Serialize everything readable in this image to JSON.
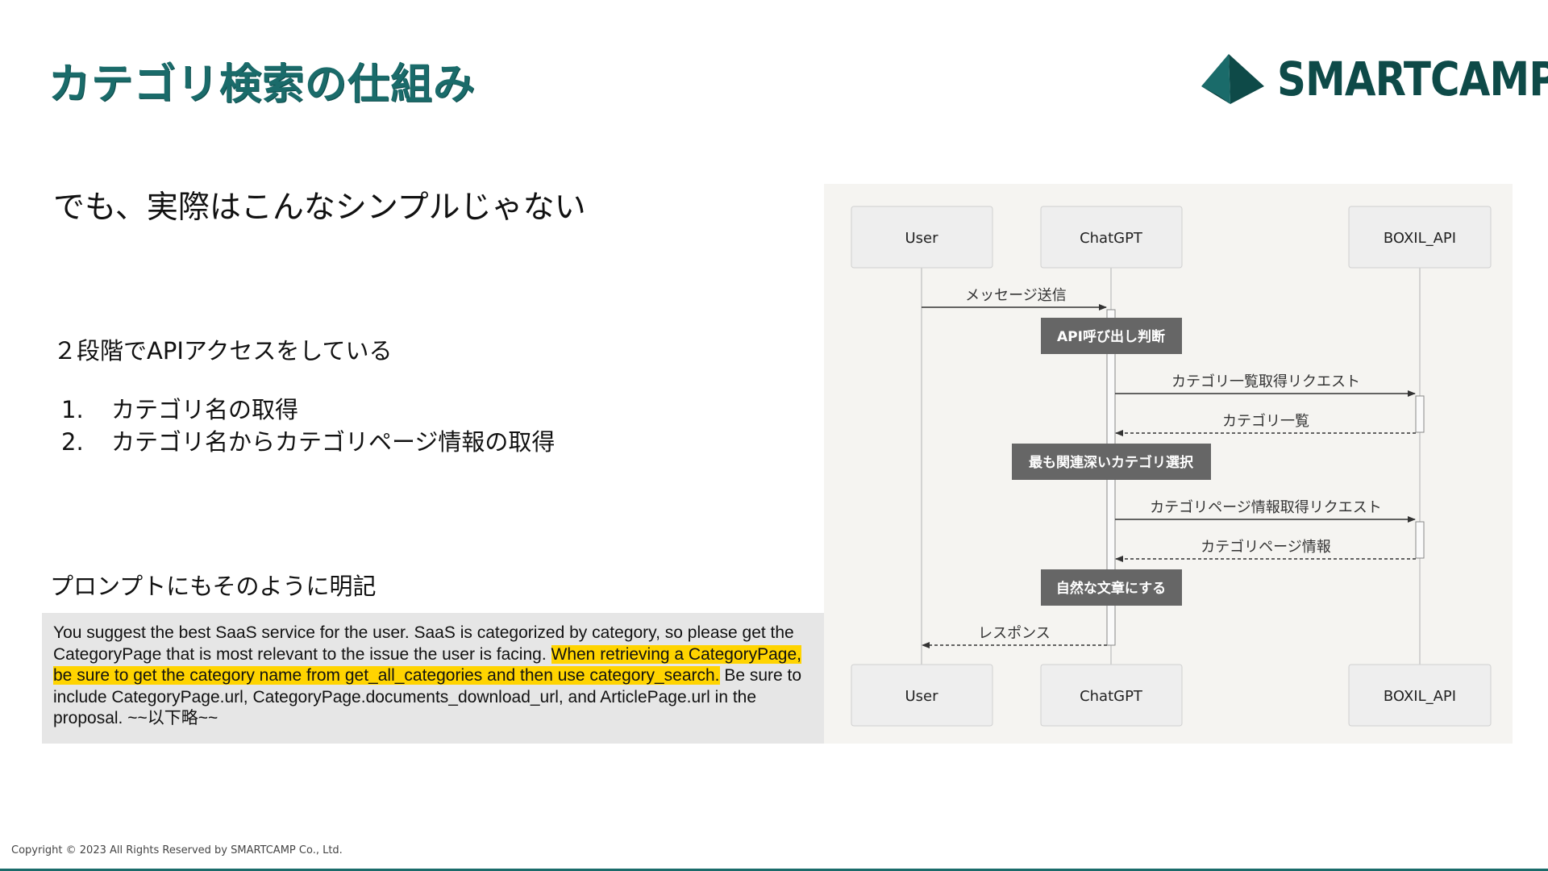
{
  "slide": {
    "title": "カテゴリ検索の仕組み",
    "subtitle": "でも、実際はこんなシンプルじゃない",
    "explanation": "２段階でAPIアクセスをしている",
    "steps": [
      {
        "num": "1.",
        "text": "カテゴリ名の取得"
      },
      {
        "num": "2.",
        "text": "カテゴリ名からカテゴリページ情報の取得"
      }
    ],
    "prompt_label": "プロンプトにもそのように明記",
    "prompt": {
      "part1": "You suggest the best SaaS service for the user. SaaS is categorized by category, so please get the CategoryPage that is most relevant to the issue the user is facing. ",
      "highlight": "When retrieving a CategoryPage, be sure to get the category name from get_all_categories and then use category_search.",
      "part2": " Be sure to include CategoryPage.url, CategoryPage.documents_download_url, and ArticlePage.url in the proposal. ~~以下略~~"
    },
    "copyright": "Copyright © 2023 All Rights Reserved by SMARTCAMP Co., Ltd."
  },
  "logo": {
    "text": "SMARTCAMP",
    "icon": "pyramid-logo-icon",
    "color": "#0e4a48"
  },
  "colors": {
    "accent": "#1a6b6a",
    "highlight": "#ffd400",
    "note_bg": "#666666"
  },
  "diagram": {
    "participants": [
      "User",
      "ChatGPT",
      "BOXIL_API"
    ],
    "messages": [
      {
        "label": "メッセージ送信",
        "from": "User",
        "to": "ChatGPT",
        "style": "solid"
      },
      {
        "label": "カテゴリ一覧取得リクエスト",
        "from": "ChatGPT",
        "to": "BOXIL_API",
        "style": "solid"
      },
      {
        "label": "カテゴリ一覧",
        "from": "BOXIL_API",
        "to": "ChatGPT",
        "style": "dashed"
      },
      {
        "label": "カテゴリページ情報取得リクエスト",
        "from": "ChatGPT",
        "to": "BOXIL_API",
        "style": "solid"
      },
      {
        "label": "カテゴリページ情報",
        "from": "BOXIL_API",
        "to": "ChatGPT",
        "style": "dashed"
      },
      {
        "label": "レスポンス",
        "from": "ChatGPT",
        "to": "User",
        "style": "dashed"
      }
    ],
    "notes": [
      "API呼び出し判断",
      "最も関連深いカテゴリ選択",
      "自然な文章にする"
    ]
  }
}
